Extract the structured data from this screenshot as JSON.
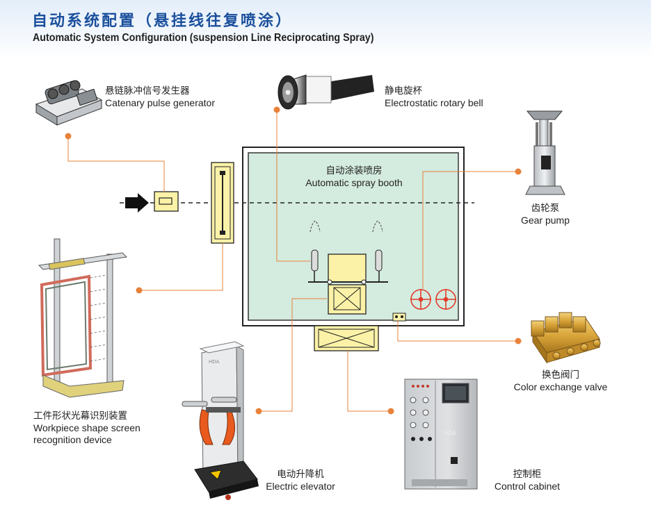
{
  "title": {
    "cn": "自动系统配置（悬挂线往复喷涂）",
    "en": "Automatic System Configuration (suspension Line Reciprocating Spray)"
  },
  "booth": {
    "cn": "自动涂装喷房",
    "en": "Automatic spray booth"
  },
  "components": {
    "pulse_generator": {
      "cn": "悬链脉冲信号发生器",
      "en": "Catenary pulse generator"
    },
    "rotary_bell": {
      "cn": "静电旋杯",
      "en": "Electrostatic rotary bell"
    },
    "gear_pump": {
      "cn": "齿轮泵",
      "en": "Gear pump"
    },
    "recognition_device": {
      "cn": "工件形状光幕识别装置",
      "en1": "Workpiece shape screen",
      "en2": "recognition device"
    },
    "color_valve": {
      "cn": "换色阀门",
      "en": "Color exchange valve"
    },
    "elevator": {
      "cn": "电动升降机",
      "en": "Electric elevator"
    },
    "control_cabinet": {
      "cn": "控制柜",
      "en": "Control cabinet"
    }
  },
  "branding": {
    "device_logo": "HDA"
  },
  "colors": {
    "title": "#1a4f9c",
    "connector": "#e8823a",
    "booth_fill": "#d4ebdf",
    "target": "#e23a2a",
    "yellow_part": "#fbf2a8"
  }
}
